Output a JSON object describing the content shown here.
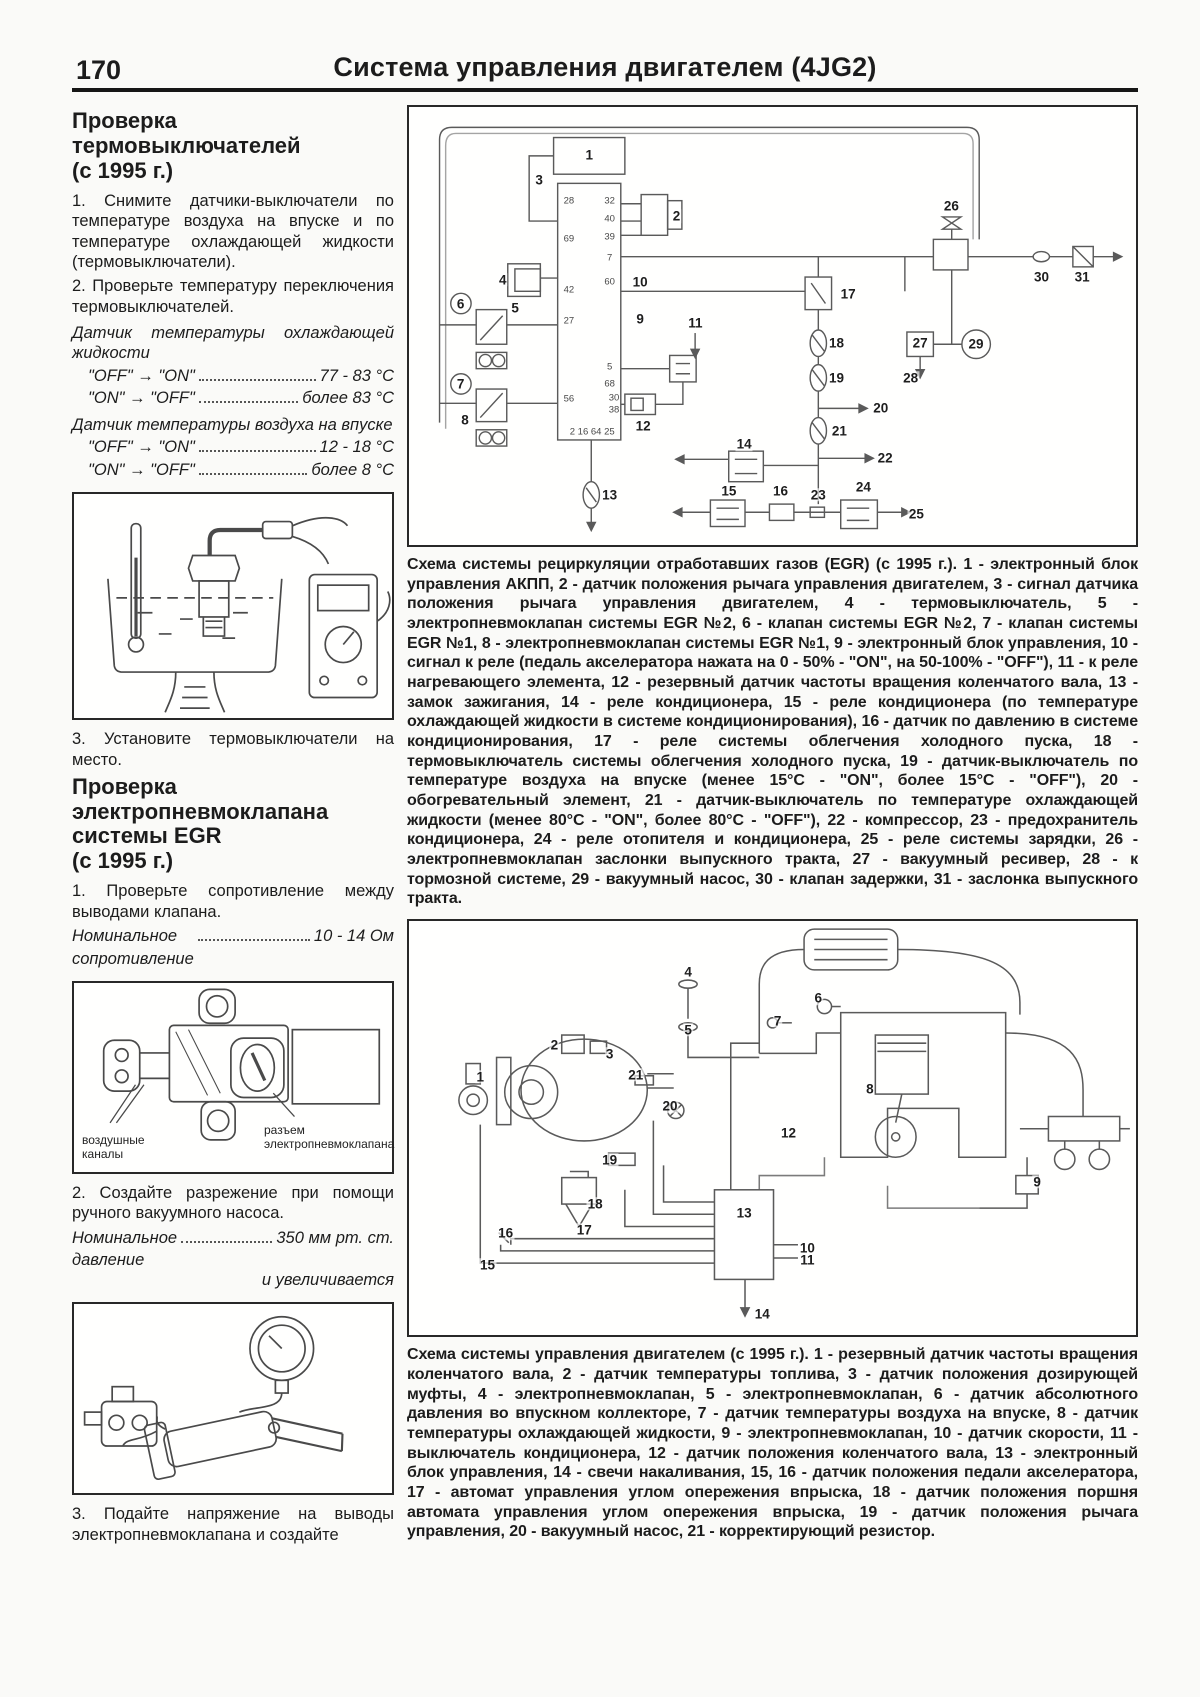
{
  "page": {
    "number": "170",
    "title": "Система управления двигателем (4JG2)"
  },
  "left": {
    "s1_heading": "Проверка\nтермовыключателей\n(с 1995 г.)",
    "s1_step1": "1. Снимите датчики-выключатели по температуре воздуха на впуске и по температуре охлаждающей жидкости (термовыключатели).",
    "s1_step2": "2. Проверьте температуру переключения термовыключателей.",
    "spec1_title": "Датчик температуры охлаждающей жидкости",
    "spec1_rows": [
      {
        "label": "\"OFF\" → \"ON\"",
        "value": "77 - 83 °C"
      },
      {
        "label": "\"ON\" → \"OFF\"",
        "value": "более 83 °C"
      }
    ],
    "spec2_title": "Датчик температуры воздуха на впуске",
    "spec2_rows": [
      {
        "label": "\"OFF\" → \"ON\"",
        "value": "12 - 18 °C"
      },
      {
        "label": "\"ON\" → \"OFF\"",
        "value": "более 8 °C"
      }
    ],
    "s1_step3": "3. Установите термовыключатели на место.",
    "s2_heading": "Проверка\nэлектропневмоклапана\nсистемы EGR\n(с 1995 г.)",
    "s2_step1": "1. Проверьте сопротивление между выводами клапана.",
    "resistance_label": "Номинальное\nсопротивление",
    "resistance_value": "10 - 14 Ом",
    "valve_label_left": "воздушные\nканалы",
    "valve_label_right": "разъем\nэлектропневмоклапана",
    "s2_step2": "2. Создайте разрежение при помощи ручного вакуумного насоса.",
    "pressure_label": "Номинальное\nдавление",
    "pressure_value": "350 мм рт. ст.",
    "pressure_note": "и увеличивается",
    "s2_step3": "3. Подайте напряжение на выводы электропневмоклапана и создайте"
  },
  "right": {
    "caption1": "Схема системы рециркуляции отработавших газов (EGR) (с 1995 г.). 1 - электронный блок управления АКПП, 2 - датчик положения рычага управления двигателем, 3 - сигнал датчика положения рычага управления двигателем, 4 - термовыключатель, 5 - электропневмоклапан системы EGR №2, 6 - клапан системы EGR №2, 7 - клапан системы EGR №1, 8 - электропневмоклапан системы EGR №1, 9 - электронный блок управления, 10 - сигнал к реле (педаль акселератора нажата на 0 - 50% - \"ON\", на 50-100% - \"OFF\"), 11 - к реле нагревающего элемента, 12 - резервный датчик частоты вращения коленчатого вала, 13 - замок зажигания, 14 - реле кондиционера, 15 - реле кондиционера (по температуре охлаждающей жидкости в системе кондиционирования), 16 - датчик по давлению в системе кондиционирования, 17 - реле системы облегчения холодного пуска, 18 - термовыключатель системы облегчения холодного пуска, 19 - датчик-выключатель по температуре воздуха на впуске (менее 15°C - \"ON\", более 15°C - \"OFF\"), 20 - обогревательный элемент, 21 - датчик-выключатель по температуре охлаждающей жидкости (менее 80°C - \"ON\", более 80°C - \"OFF\"), 22 - компрессор, 23 - предохранитель кондиционера, 24 - реле отопителя и кондиционера, 25 - реле системы зарядки, 26 - электропневмоклапан заслонки выпускного тракта, 27 - вакуумный ресивер, 28 - к тормозной системе, 29 - вакуумный насос, 30 - клапан задержки, 31 - заслонка выпускного тракта.",
    "caption2": "Схема системы управления двигателем (с 1995 г.). 1 - резервный датчик частоты вращения коленчатого вала, 2 - датчик температуры топлива, 3 - датчик положения дозирующей муфты, 4 - электропневмоклапан, 5 - электропневмоклапан, 6 - датчик абсолютного давления во впускном коллекторе, 7 - датчик температуры воздуха на впуске, 8 - датчик температуры охлаждающей жидкости, 9 - электропневмоклапан, 10 - датчик скорости, 11 - выключатель кондиционера, 12 - датчик положения коленчатого вала, 13 - электронный блок управления, 14 - свечи накаливания, 15, 16 - датчик положения педали акселератора, 17 - автомат управления углом опережения впрыска, 18 - датчик положения поршня автомата управления углом опережения впрыска, 19 -  датчик положения рычага управления, 20 - вакуумный насос, 21 - корректирующий резистор.",
    "diagram1_markers": [
      {
        "n": "1",
        "x": 24.8,
        "y": 10.9
      },
      {
        "n": "3",
        "x": 17.9,
        "y": 16.7
      },
      {
        "n": "2",
        "x": 36.8,
        "y": 24.9
      },
      {
        "n": "9",
        "x": 31.8,
        "y": 48.4
      },
      {
        "n": "4",
        "x": 12.9,
        "y": 39.5
      },
      {
        "n": "5",
        "x": 14.6,
        "y": 46.0
      },
      {
        "n": "6",
        "x": 7.1,
        "y": 44.9
      },
      {
        "n": "7",
        "x": 7.1,
        "y": 63.3
      },
      {
        "n": "8",
        "x": 7.7,
        "y": 71.6
      },
      {
        "n": "10",
        "x": 31.8,
        "y": 40.0
      },
      {
        "n": "11",
        "x": 39.4,
        "y": 49.3
      },
      {
        "n": "12",
        "x": 32.2,
        "y": 72.8
      },
      {
        "n": "13",
        "x": 27.6,
        "y": 88.6
      },
      {
        "n": "14",
        "x": 46.1,
        "y": 77.0
      },
      {
        "n": "15",
        "x": 44.0,
        "y": 87.8
      },
      {
        "n": "16",
        "x": 51.1,
        "y": 87.8
      },
      {
        "n": "23",
        "x": 56.3,
        "y": 88.6
      },
      {
        "n": "24",
        "x": 62.5,
        "y": 86.8
      },
      {
        "n": "25",
        "x": 69.8,
        "y": 93.0
      },
      {
        "n": "17",
        "x": 60.4,
        "y": 42.6
      },
      {
        "n": "18",
        "x": 58.8,
        "y": 54.0
      },
      {
        "n": "19",
        "x": 58.8,
        "y": 61.9
      },
      {
        "n": "20",
        "x": 64.9,
        "y": 68.8
      },
      {
        "n": "21",
        "x": 59.2,
        "y": 74.0
      },
      {
        "n": "22",
        "x": 65.5,
        "y": 80.2
      },
      {
        "n": "26",
        "x": 74.6,
        "y": 22.6
      },
      {
        "n": "27",
        "x": 70.3,
        "y": 54.0
      },
      {
        "n": "28",
        "x": 69.0,
        "y": 61.9
      },
      {
        "n": "29",
        "x": 78.0,
        "y": 54.2
      },
      {
        "n": "30",
        "x": 87.0,
        "y": 38.8
      },
      {
        "n": "31",
        "x": 92.6,
        "y": 38.8
      },
      {
        "n": "28",
        "x": 22.0,
        "y": 21.4,
        "s": true
      },
      {
        "n": "69",
        "x": 22.0,
        "y": 30.2,
        "s": true
      },
      {
        "n": "42",
        "x": 22.0,
        "y": 41.9,
        "s": true
      },
      {
        "n": "27",
        "x": 22.0,
        "y": 48.8,
        "s": true
      },
      {
        "n": "56",
        "x": 22.0,
        "y": 66.7,
        "s": true
      },
      {
        "n": "32",
        "x": 27.6,
        "y": 21.4,
        "s": true
      },
      {
        "n": "40",
        "x": 27.6,
        "y": 25.6,
        "s": true
      },
      {
        "n": "39",
        "x": 27.6,
        "y": 29.8,
        "s": true
      },
      {
        "n": "7",
        "x": 27.6,
        "y": 34.4,
        "s": true
      },
      {
        "n": "60",
        "x": 27.6,
        "y": 40.0,
        "s": true
      },
      {
        "n": "5",
        "x": 27.6,
        "y": 59.3,
        "s": true
      },
      {
        "n": "68",
        "x": 27.6,
        "y": 63.3,
        "s": true
      },
      {
        "n": "30",
        "x": 28.2,
        "y": 66.4,
        "s": true
      },
      {
        "n": "38",
        "x": 28.2,
        "y": 69.3,
        "s": true
      },
      {
        "n": "2 16 64 25",
        "x": 25.2,
        "y": 74.2,
        "s": true
      }
    ],
    "diagram2_markers": [
      {
        "n": "1",
        "x": 9.8,
        "y": 37.6
      },
      {
        "n": "2",
        "x": 20.0,
        "y": 30.0
      },
      {
        "n": "3",
        "x": 27.6,
        "y": 32.2
      },
      {
        "n": "21",
        "x": 31.2,
        "y": 37.1
      },
      {
        "n": "20",
        "x": 35.9,
        "y": 44.7
      },
      {
        "n": "19",
        "x": 27.6,
        "y": 57.7
      },
      {
        "n": "18",
        "x": 25.6,
        "y": 68.3
      },
      {
        "n": "17",
        "x": 24.1,
        "y": 74.7
      },
      {
        "n": "16",
        "x": 13.3,
        "y": 75.4
      },
      {
        "n": "15",
        "x": 10.8,
        "y": 83.0
      },
      {
        "n": "13",
        "x": 46.1,
        "y": 70.5
      },
      {
        "n": "10",
        "x": 54.8,
        "y": 78.9
      },
      {
        "n": "11",
        "x": 54.8,
        "y": 81.8
      },
      {
        "n": "14",
        "x": 48.6,
        "y": 94.8
      },
      {
        "n": "12",
        "x": 52.2,
        "y": 51.1
      },
      {
        "n": "8",
        "x": 63.4,
        "y": 40.5
      },
      {
        "n": "9",
        "x": 86.4,
        "y": 62.9
      },
      {
        "n": "4",
        "x": 38.4,
        "y": 12.3
      },
      {
        "n": "5",
        "x": 38.4,
        "y": 26.3
      },
      {
        "n": "6",
        "x": 56.3,
        "y": 18.7
      },
      {
        "n": "7",
        "x": 50.7,
        "y": 24.1
      }
    ]
  }
}
